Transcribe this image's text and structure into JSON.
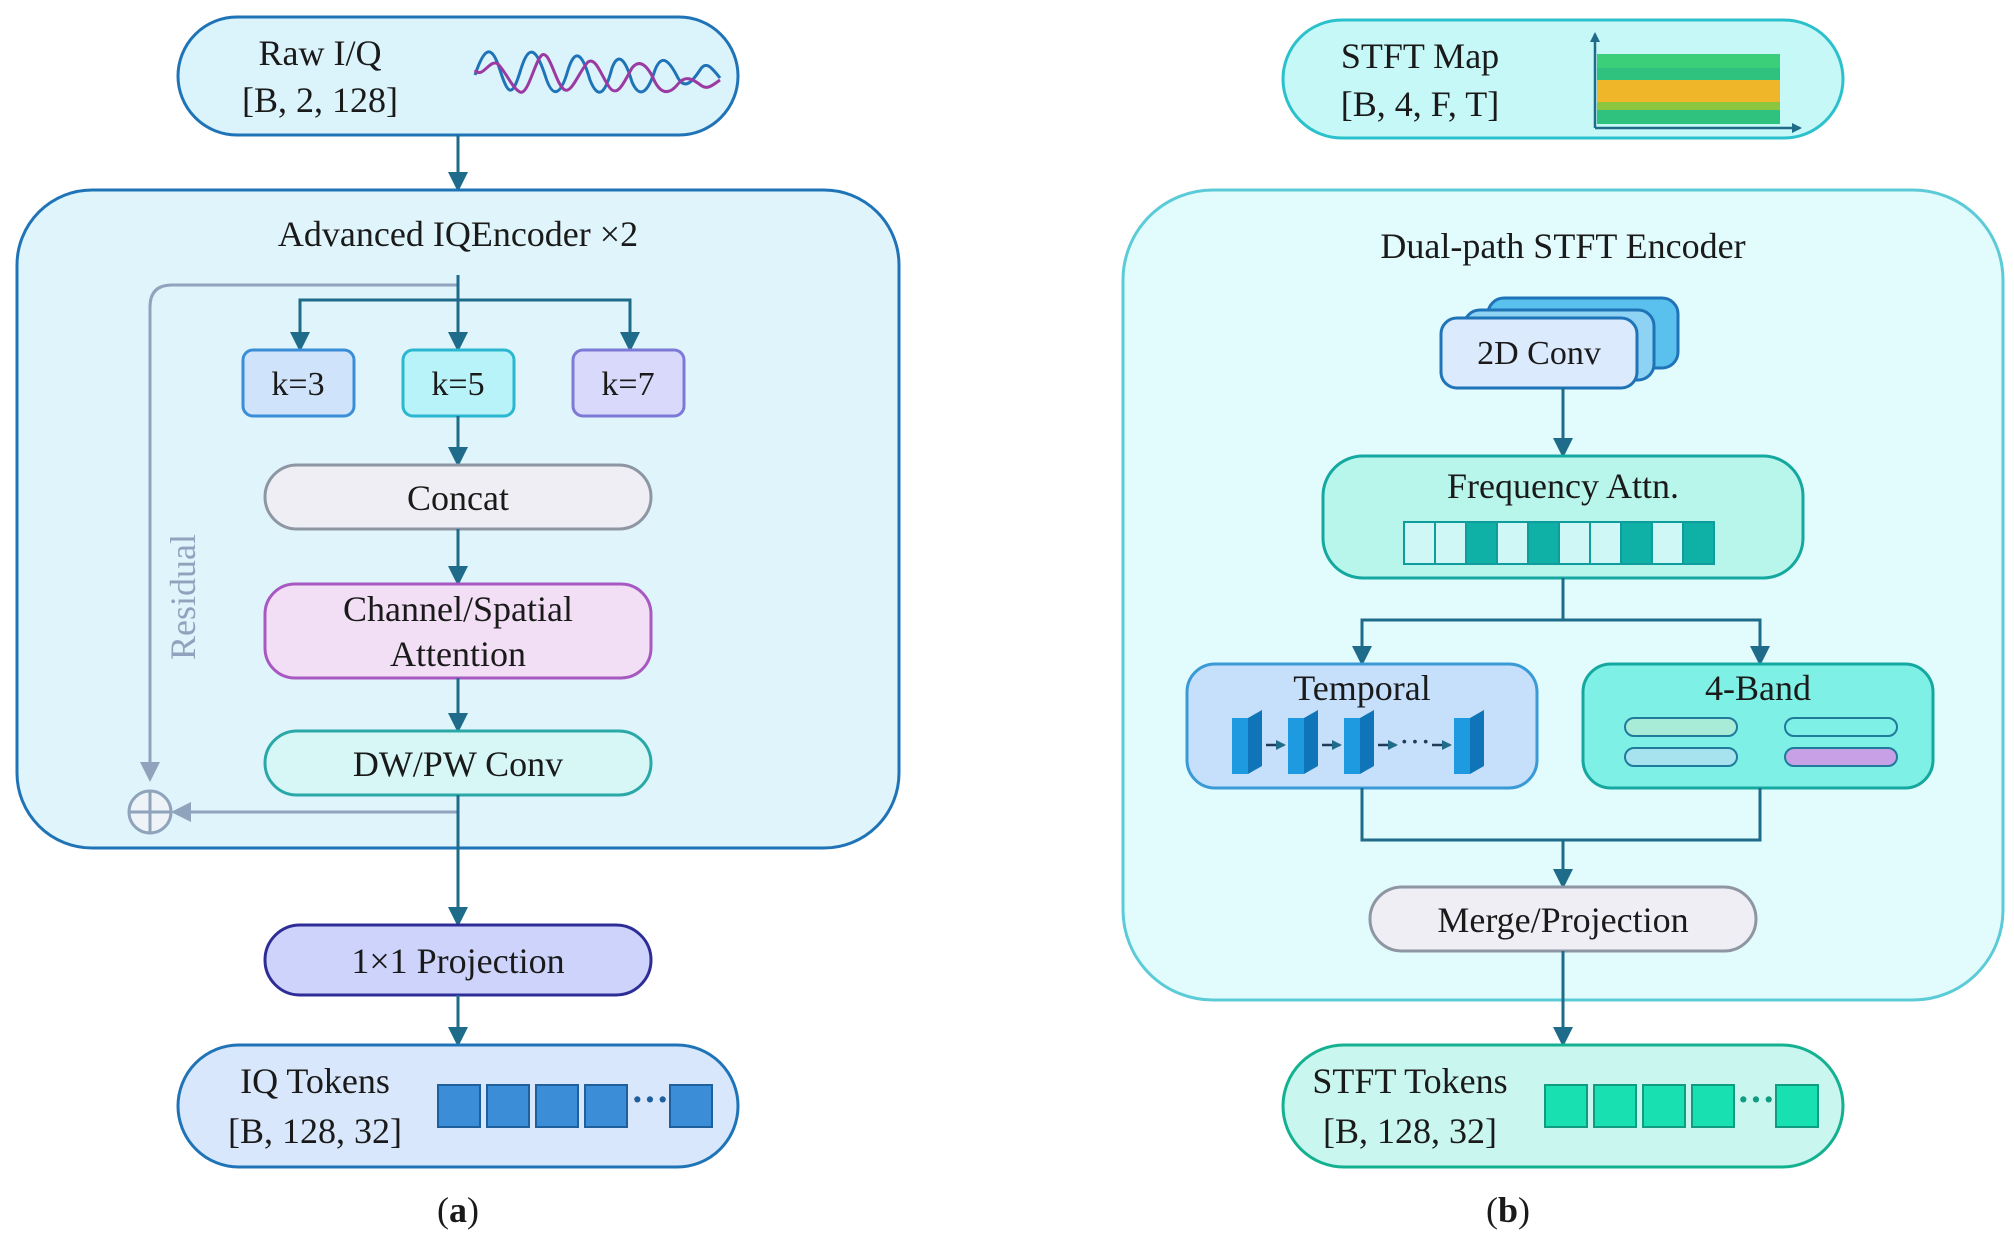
{
  "colors": {
    "arrow": "#1f6b8a",
    "residual": "#8fa3bd",
    "left_panel_fill": "#dff5fb",
    "left_panel_stroke": "#1f73b7",
    "right_panel_fill": "#e2fbfd",
    "right_panel_stroke": "#5ccbd8",
    "iq_accent": "#3a8dd6",
    "stft_accent": "#18e0b0"
  },
  "panel_a": {
    "input": {
      "title": "Raw I/Q",
      "shape": "[B, 2, 128]"
    },
    "encoder": {
      "title": "Advanced IQEncoder ×2",
      "kernels": [
        "k=3",
        "k=5",
        "k=7"
      ],
      "concat": "Concat",
      "attention_line1": "Channel/Spatial",
      "attention_line2": "Attention",
      "conv": "DW/PW Conv",
      "residual": "Residual"
    },
    "projection": "1×1 Projection",
    "output": {
      "title": "IQ Tokens",
      "shape": "[B, 128, 32]",
      "ellipsis": "···"
    },
    "caption": "a"
  },
  "panel_b": {
    "input": {
      "title": "STFT Map",
      "shape": "[B, 4, F, T]"
    },
    "encoder": {
      "title": "Dual-path STFT Encoder",
      "conv2d": "2D Conv",
      "freq_attn": "Frequency Attn.",
      "temporal": "Temporal",
      "temporal_ellipsis": "···",
      "band": "4-Band",
      "merge": "Merge/Projection"
    },
    "output": {
      "title": "STFT Tokens",
      "shape": "[B, 128, 32]",
      "ellipsis": "···"
    },
    "caption": "b"
  }
}
